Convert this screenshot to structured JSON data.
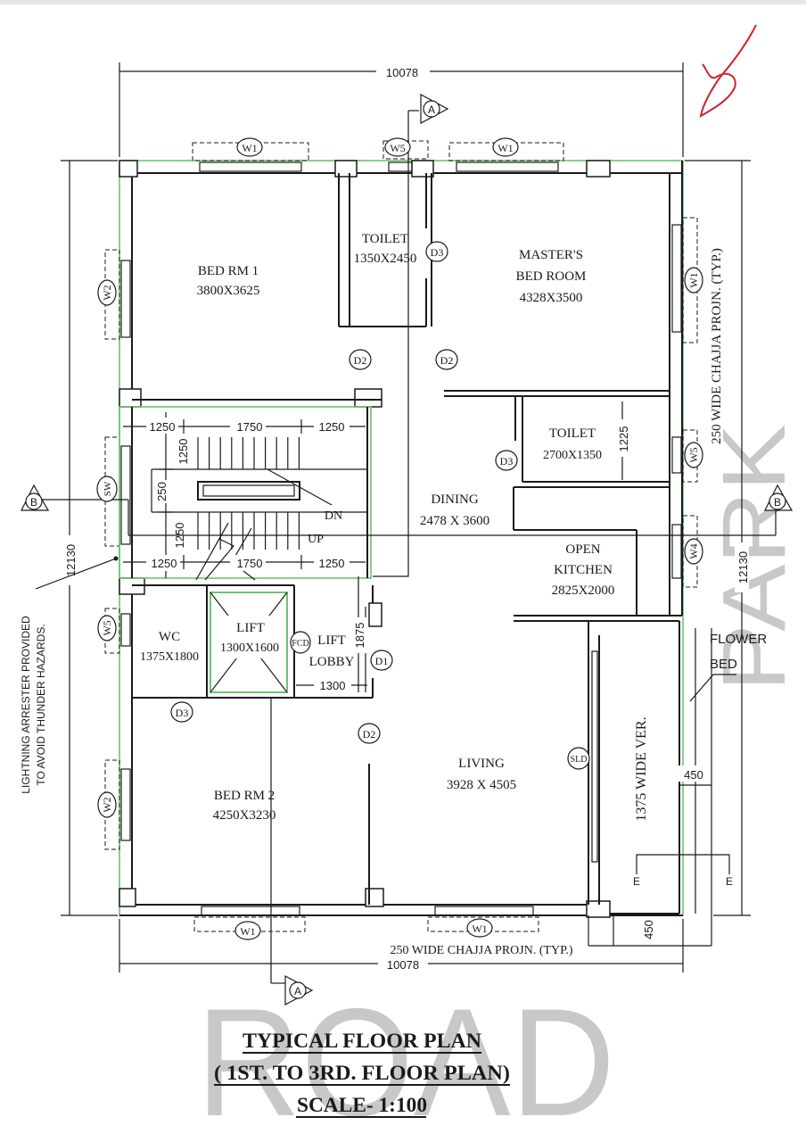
{
  "dimensions": {
    "top_width": "10078",
    "bottom_width": "10078",
    "left_height": "12130",
    "right_height": "12130",
    "stair_top": [
      "1250",
      "1750",
      "1250"
    ],
    "stair_bottom": [
      "1250",
      "1750",
      "1250"
    ],
    "stair_v1": "1250",
    "stair_v2": "250",
    "stair_v3": "1250",
    "toilet2_dim": "1225",
    "lobby_width": "1300",
    "lobby_height": "1875",
    "flowerbed_width": "450",
    "flowerbed_width_2": "450"
  },
  "rooms": {
    "bed1_name": "BED RM 1",
    "bed1_size": "3800X3625",
    "toilet1_name": "TOILET",
    "toilet1_size": "1350X2450",
    "master_name_1": "MASTER'S",
    "master_name_2": "BED ROOM",
    "master_size": "4328X3500",
    "toilet2_name": "TOILET",
    "toilet2_size": "2700X1350",
    "dining_name": "DINING",
    "dining_size": "2478 X 3600",
    "kitchen_name_1": "OPEN",
    "kitchen_name_2": "KITCHEN",
    "kitchen_size": "2825X2000",
    "wc_name": "WC",
    "wc_size": "1375X1800",
    "lift_name": "LIFT",
    "lift_size": "1300X1600",
    "lobby_name_1": "LIFT",
    "lobby_name_2": "LOBBY",
    "living_name": "LIVING",
    "living_size": "3928 X 4505",
    "bed2_name": "BED RM  2",
    "bed2_size": "4250X3230",
    "verandah": "1375 WIDE VER.",
    "flowerbed_1": "FLOWER",
    "flowerbed_2": "BED"
  },
  "stair": {
    "down": "DN",
    "up": "UP"
  },
  "tags": {
    "w1": "W1",
    "w2": "W2",
    "w4": "W4",
    "w5": "W5",
    "sw": "SW",
    "d1": "D1",
    "d2": "D2",
    "d3": "D3",
    "fcd": "FCD",
    "sld": "SLD"
  },
  "sections": {
    "a": "A",
    "b": "B",
    "e": "E"
  },
  "notes": {
    "chajja_right": "250 WIDE CHAJJA PROJN. (TYP.)",
    "chajja_bottom": "250 WIDE CHAJJA PROJN. (TYP.)",
    "lightning_1": "LIGHTNING ARRESTER PROVIDED",
    "lightning_2": "TO AVOID THUNDER HAZARDS."
  },
  "watermarks": {
    "road": "ROAD",
    "park": "PARK"
  },
  "title": {
    "line1": "TYPICAL FLOOR PLAN",
    "line2": "( 1ST. TO 3RD. FLOOR PLAN)",
    "line3": "SCALE- 1:100"
  },
  "colors": {
    "ink": "#1a1a1a",
    "highlight": "#6cc46c",
    "watermark": "#c8c8c8",
    "signature": "#d0232a"
  }
}
